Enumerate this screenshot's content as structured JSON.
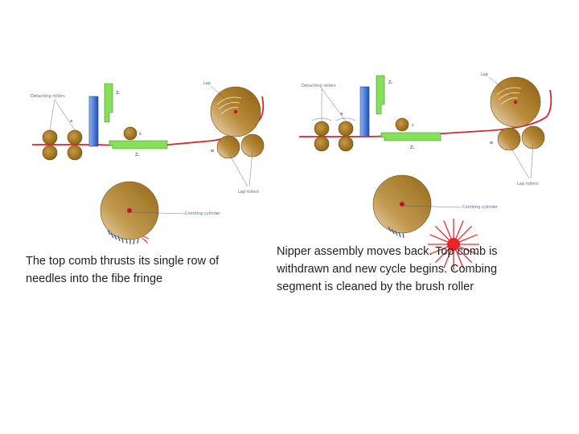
{
  "left_diagram": {
    "detaching_rollers": "Detaching rollers",
    "lap": "Lap",
    "lap_rollers": "Lap rollers",
    "combing_cylinder": "Combing cylinder",
    "label_zu": "Zᵤ",
    "label_zs": "Zₛ",
    "label_s": "s",
    "label_w": "w",
    "label_a": "a"
  },
  "right_diagram": {
    "detaching_rollers": "Detaching rollers",
    "lap": "Lap",
    "lap_rollers": "Lap rollers",
    "combing_cylinder": "Combing cylinder",
    "label_zu": "Zᵤ",
    "label_zs": "Zₛ",
    "label_c": "c",
    "label_w": "w",
    "label_a": "a"
  },
  "captions": {
    "left": "The top comb thrusts its single row of needles into the fibe fringe",
    "right": "Nipper assembly moves back. Top comb is withdrawn and new cycle begins. Combing segment is cleaned by the brush roller"
  },
  "colors": {
    "fibre_line": "#d8262c",
    "roller_brown": "#a8791f",
    "top_comb_blue": "#2d6fd6",
    "nipper_green": "#86e05a",
    "cylinder_center": "#c0103a",
    "brush_red": "#e03030"
  }
}
